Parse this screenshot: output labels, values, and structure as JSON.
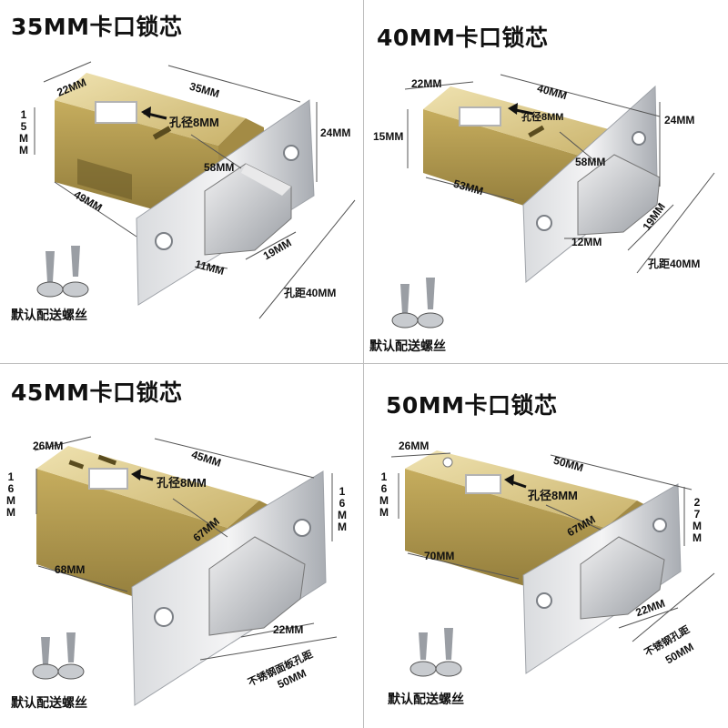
{
  "colors": {
    "brass_light": "#e3d090",
    "brass_mid": "#b9a25a",
    "brass_dark": "#8a7838",
    "steel_light": "#e6e6e8",
    "steel_mid": "#b9bcc1",
    "steel_dark": "#8e9298",
    "dim_line": "#555555",
    "text": "#111111"
  },
  "icons": [
    "screw-icon"
  ],
  "panels": [
    {
      "title": "35MM卡口锁芯",
      "screws_label": "默认配送螺丝",
      "dims": {
        "a": "22MM",
        "b": "35MM",
        "c": "15",
        "c_unit": "MM",
        "d": "孔径8MM",
        "e": "24MM",
        "f": "58MM",
        "g": "49MM",
        "h": "11MM",
        "i": "19MM",
        "j": "孔距40MM"
      }
    },
    {
      "title": "40MM卡口锁芯",
      "screws_label": "默认配送螺丝",
      "dims": {
        "a": "22MM",
        "b": "40MM",
        "c": "15MM",
        "d": "孔径8MM",
        "e": "24MM",
        "f": "58MM",
        "g": "53MM",
        "h": "12MM",
        "i": "19MM",
        "j": "孔距40MM"
      }
    },
    {
      "title": "45MM卡口锁芯",
      "screws_label": "默认配送螺丝",
      "dims": {
        "a": "26MM",
        "b": "45MM",
        "c": "16",
        "c_unit": "MM",
        "d": "孔径8MM",
        "e": "16",
        "e_unit": "MM",
        "f": "67MM",
        "g": "68MM",
        "h": "22MM",
        "j1": "不锈钢面板孔距",
        "j2": "50MM"
      }
    },
    {
      "title": "50MM卡口锁芯",
      "screws_label": "默认配送螺丝",
      "dims": {
        "a": "26MM",
        "b": "50MM",
        "c": "16",
        "c_unit": "MM",
        "d": "孔径8MM",
        "e": "27",
        "e_unit": "MM",
        "f": "67MM",
        "g": "70MM",
        "h": "22MM",
        "j1": "不锈钢孔距",
        "j2": "50MM"
      }
    }
  ]
}
